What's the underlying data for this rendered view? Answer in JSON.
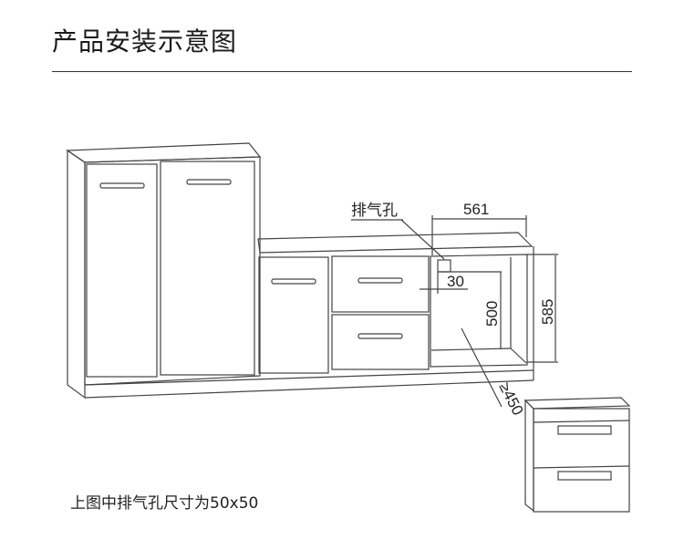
{
  "title": "产品安装示意图",
  "caption": "上图中排气孔尺寸为50x50",
  "labels": {
    "vent": "排气孔",
    "width": "561",
    "offset": "30",
    "inner_height": "500",
    "outer_height": "585",
    "depth": "≥450"
  }
}
